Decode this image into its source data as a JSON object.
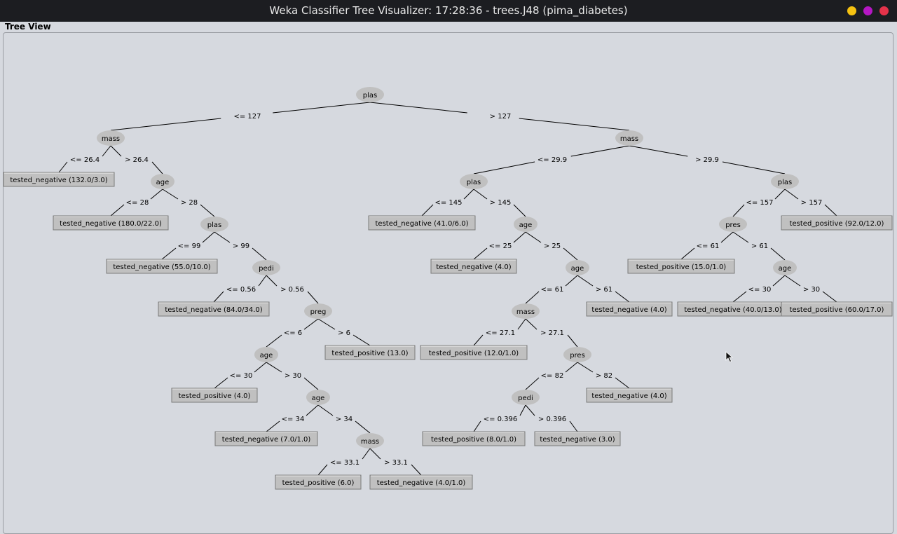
{
  "window": {
    "title": "Weka Classifier Tree Visualizer: 17:28:36 - trees.J48 (pima_diabetes)",
    "buttons": [
      {
        "name": "minimize",
        "color": "#f5c211"
      },
      {
        "name": "maximize",
        "color": "#b517c4"
      },
      {
        "name": "close",
        "color": "#e5334a"
      }
    ]
  },
  "panel": {
    "label": "Tree View"
  },
  "colors": {
    "node_fill": "#c0c0c0",
    "leaf_fill": "#c0c0c0",
    "background": "#d6d9df",
    "line": "#000000"
  },
  "tree": {
    "nodes": [
      {
        "id": "n0",
        "type": "split",
        "label": "plas"
      },
      {
        "id": "n1",
        "type": "split",
        "label": "mass"
      },
      {
        "id": "l1",
        "type": "leaf",
        "label": "tested_negative (132.0/3.0)"
      },
      {
        "id": "n2",
        "type": "split",
        "label": "age"
      },
      {
        "id": "l2",
        "type": "leaf",
        "label": "tested_negative (180.0/22.0)"
      },
      {
        "id": "n3",
        "type": "split",
        "label": "plas"
      },
      {
        "id": "l3",
        "type": "leaf",
        "label": "tested_negative (55.0/10.0)"
      },
      {
        "id": "n4",
        "type": "split",
        "label": "pedi"
      },
      {
        "id": "l4",
        "type": "leaf",
        "label": "tested_negative (84.0/34.0)"
      },
      {
        "id": "n5",
        "type": "split",
        "label": "preg"
      },
      {
        "id": "n6",
        "type": "split",
        "label": "age"
      },
      {
        "id": "l5",
        "type": "leaf",
        "label": "tested_positive (13.0)"
      },
      {
        "id": "l6",
        "type": "leaf",
        "label": "tested_positive (4.0)"
      },
      {
        "id": "n7",
        "type": "split",
        "label": "age"
      },
      {
        "id": "l7",
        "type": "leaf",
        "label": "tested_negative (7.0/1.0)"
      },
      {
        "id": "n8",
        "type": "split",
        "label": "mass"
      },
      {
        "id": "l8",
        "type": "leaf",
        "label": "tested_positive (6.0)"
      },
      {
        "id": "l9",
        "type": "leaf",
        "label": "tested_negative (4.0/1.0)"
      },
      {
        "id": "n9",
        "type": "split",
        "label": "mass"
      },
      {
        "id": "n10",
        "type": "split",
        "label": "plas"
      },
      {
        "id": "l10",
        "type": "leaf",
        "label": "tested_negative (41.0/6.0)"
      },
      {
        "id": "n11",
        "type": "split",
        "label": "age"
      },
      {
        "id": "l11",
        "type": "leaf",
        "label": "tested_negative (4.0)"
      },
      {
        "id": "n12",
        "type": "split",
        "label": "age"
      },
      {
        "id": "n13",
        "type": "split",
        "label": "mass"
      },
      {
        "id": "l12",
        "type": "leaf",
        "label": "tested_negative (4.0)"
      },
      {
        "id": "l13",
        "type": "leaf",
        "label": "tested_positive (12.0/1.0)"
      },
      {
        "id": "n14",
        "type": "split",
        "label": "pres"
      },
      {
        "id": "n15",
        "type": "split",
        "label": "pedi"
      },
      {
        "id": "l14",
        "type": "leaf",
        "label": "tested_negative (4.0)"
      },
      {
        "id": "l15",
        "type": "leaf",
        "label": "tested_positive (8.0/1.0)"
      },
      {
        "id": "l16",
        "type": "leaf",
        "label": "tested_negative (3.0)"
      },
      {
        "id": "n16",
        "type": "split",
        "label": "plas"
      },
      {
        "id": "n17",
        "type": "split",
        "label": "pres"
      },
      {
        "id": "l17",
        "type": "leaf",
        "label": "tested_positive (92.0/12.0)"
      },
      {
        "id": "l18",
        "type": "leaf",
        "label": "tested_positive (15.0/1.0)"
      },
      {
        "id": "n18",
        "type": "split",
        "label": "age"
      },
      {
        "id": "l19",
        "type": "leaf",
        "label": "tested_negative (40.0/13.0)"
      },
      {
        "id": "l20",
        "type": "leaf",
        "label": "tested_positive (60.0/17.0)"
      }
    ],
    "edges": [
      {
        "from": "n0",
        "to": "n1",
        "label": "<= 127"
      },
      {
        "from": "n0",
        "to": "n9",
        "label": "> 127"
      },
      {
        "from": "n1",
        "to": "l1",
        "label": "<= 26.4"
      },
      {
        "from": "n1",
        "to": "n2",
        "label": "> 26.4"
      },
      {
        "from": "n2",
        "to": "l2",
        "label": "<= 28"
      },
      {
        "from": "n2",
        "to": "n3",
        "label": "> 28"
      },
      {
        "from": "n3",
        "to": "l3",
        "label": "<= 99"
      },
      {
        "from": "n3",
        "to": "n4",
        "label": "> 99"
      },
      {
        "from": "n4",
        "to": "l4",
        "label": "<= 0.56"
      },
      {
        "from": "n4",
        "to": "n5",
        "label": "> 0.56"
      },
      {
        "from": "n5",
        "to": "n6",
        "label": "<= 6"
      },
      {
        "from": "n5",
        "to": "l5",
        "label": "> 6"
      },
      {
        "from": "n6",
        "to": "l6",
        "label": "<= 30"
      },
      {
        "from": "n6",
        "to": "n7",
        "label": "> 30"
      },
      {
        "from": "n7",
        "to": "l7",
        "label": "<= 34"
      },
      {
        "from": "n7",
        "to": "n8",
        "label": "> 34"
      },
      {
        "from": "n8",
        "to": "l8",
        "label": "<= 33.1"
      },
      {
        "from": "n8",
        "to": "l9",
        "label": "> 33.1"
      },
      {
        "from": "n9",
        "to": "n10",
        "label": "<= 29.9"
      },
      {
        "from": "n9",
        "to": "n16",
        "label": "> 29.9"
      },
      {
        "from": "n10",
        "to": "l10",
        "label": "<= 145"
      },
      {
        "from": "n10",
        "to": "n11",
        "label": "> 145"
      },
      {
        "from": "n11",
        "to": "l11",
        "label": "<= 25"
      },
      {
        "from": "n11",
        "to": "n12",
        "label": "> 25"
      },
      {
        "from": "n12",
        "to": "n13",
        "label": "<= 61"
      },
      {
        "from": "n12",
        "to": "l12",
        "label": "> 61"
      },
      {
        "from": "n13",
        "to": "l13",
        "label": "<= 27.1"
      },
      {
        "from": "n13",
        "to": "n14",
        "label": "> 27.1"
      },
      {
        "from": "n14",
        "to": "n15",
        "label": "<= 82"
      },
      {
        "from": "n14",
        "to": "l14",
        "label": "> 82"
      },
      {
        "from": "n15",
        "to": "l15",
        "label": "<= 0.396"
      },
      {
        "from": "n15",
        "to": "l16",
        "label": "> 0.396"
      },
      {
        "from": "n16",
        "to": "n17",
        "label": "<= 157"
      },
      {
        "from": "n16",
        "to": "l17",
        "label": "> 157"
      },
      {
        "from": "n17",
        "to": "l18",
        "label": "<= 61"
      },
      {
        "from": "n17",
        "to": "n18",
        "label": "> 61"
      },
      {
        "from": "n18",
        "to": "l19",
        "label": "<= 30"
      },
      {
        "from": "n18",
        "to": "l20",
        "label": "> 30"
      }
    ]
  }
}
